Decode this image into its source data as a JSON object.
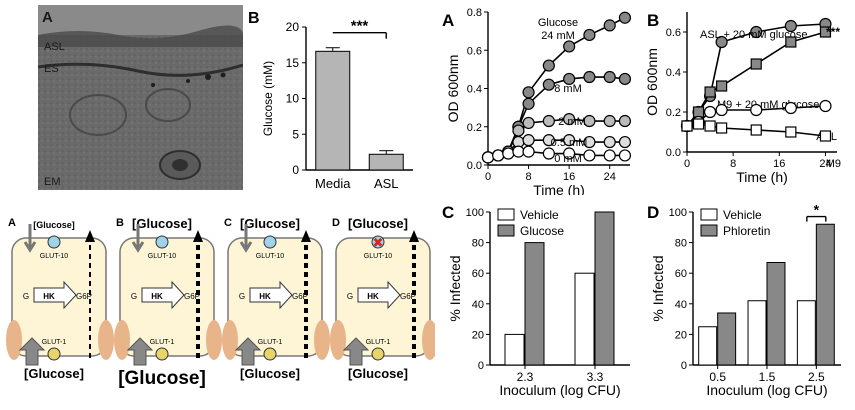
{
  "em_panel": {
    "letter": "A",
    "labels": [
      "ASL",
      "ES",
      "EM"
    ]
  },
  "glucose_bar": {
    "letter": "B",
    "ylabel": "Glucose (mM)",
    "significance": "***",
    "chart_data": {
      "type": "bar",
      "categories": [
        "Media",
        "ASL"
      ],
      "values": [
        16.6,
        2.2
      ],
      "errors": [
        0.5,
        0.5
      ],
      "ylim": [
        0,
        20
      ],
      "yticks": [
        0,
        5,
        10,
        15,
        20
      ],
      "ylabel": "Glucose (mM)",
      "colors": [
        "#b5b5b5",
        "#b5b5b5"
      ]
    }
  },
  "growth_glucose": {
    "letter": "A",
    "chart_data": {
      "type": "line",
      "xlabel": "Time (h)",
      "ylabel": "OD 600nm",
      "xlim": [
        0,
        28
      ],
      "ylim": [
        0,
        0.8
      ],
      "xticks": [
        0,
        8,
        16,
        24
      ],
      "yticks": [
        0.0,
        0.2,
        0.4,
        0.6,
        0.8
      ],
      "series": [
        {
          "name": "Glucose\n24 mM",
          "fill": "#888888",
          "x": [
            0,
            2,
            4,
            6,
            8,
            12,
            16,
            20,
            24,
            27
          ],
          "y": [
            0.04,
            0.05,
            0.07,
            0.2,
            0.38,
            0.52,
            0.62,
            0.68,
            0.73,
            0.77
          ]
        },
        {
          "name": "8 mM",
          "fill": "#888888",
          "x": [
            0,
            2,
            4,
            6,
            8,
            12,
            16,
            20,
            24,
            27
          ],
          "y": [
            0.04,
            0.05,
            0.07,
            0.2,
            0.32,
            0.42,
            0.45,
            0.46,
            0.46,
            0.45
          ]
        },
        {
          "name": "2 mM",
          "fill": "#bbbbbb",
          "x": [
            0,
            2,
            4,
            6,
            8,
            12,
            16,
            20,
            24,
            27
          ],
          "y": [
            0.04,
            0.05,
            0.07,
            0.18,
            0.22,
            0.23,
            0.24,
            0.23,
            0.23,
            0.23
          ]
        },
        {
          "name": "0.5 mM",
          "fill": "#dddddd",
          "x": [
            0,
            2,
            4,
            6,
            8,
            12,
            16,
            20,
            24,
            27
          ],
          "y": [
            0.04,
            0.05,
            0.07,
            0.12,
            0.13,
            0.13,
            0.13,
            0.12,
            0.12,
            0.12
          ]
        },
        {
          "name": "0 mM",
          "fill": "#ffffff",
          "x": [
            0,
            2,
            4,
            6,
            8,
            12,
            16,
            20,
            24,
            27
          ],
          "y": [
            0.04,
            0.05,
            0.06,
            0.07,
            0.07,
            0.06,
            0.06,
            0.05,
            0.05,
            0.05
          ]
        }
      ]
    }
  },
  "growth_asl": {
    "letter": "B",
    "significance": "***",
    "chart_data": {
      "type": "line",
      "xlabel": "Time (h)",
      "ylabel": "OD 600nm",
      "xlim": [
        0,
        26
      ],
      "ylim": [
        0,
        0.7
      ],
      "xticks": [
        0,
        8,
        16,
        24
      ],
      "yticks": [
        0.0,
        0.2,
        0.4,
        0.6
      ],
      "series": [
        {
          "name": "ASL + 20 mM glucose",
          "marker": "circle",
          "fill": "#888888",
          "x": [
            0,
            2,
            4,
            6,
            12,
            18,
            24
          ],
          "y": [
            0.13,
            0.2,
            0.28,
            0.55,
            0.6,
            0.63,
            0.64
          ]
        },
        {
          "name": "M9 + 20 mM glucose",
          "marker": "square",
          "fill": "#888888",
          "x": [
            0,
            2,
            4,
            6,
            12,
            18,
            24
          ],
          "y": [
            0.13,
            0.2,
            0.3,
            0.33,
            0.44,
            0.55,
            0.6
          ]
        },
        {
          "name": "ASL",
          "marker": "circle",
          "fill": "#ffffff",
          "x": [
            0,
            2,
            4,
            6,
            12,
            18,
            24
          ],
          "y": [
            0.13,
            0.15,
            0.2,
            0.21,
            0.21,
            0.22,
            0.23
          ]
        },
        {
          "name": "M9",
          "marker": "square",
          "fill": "#ffffff",
          "x": [
            0,
            2,
            4,
            6,
            12,
            18,
            24
          ],
          "y": [
            0.13,
            0.14,
            0.13,
            0.12,
            0.11,
            0.1,
            0.08
          ]
        }
      ]
    }
  },
  "infect_glucose": {
    "letter": "C",
    "chart_data": {
      "type": "bar",
      "categories": [
        "2.3",
        "3.3"
      ],
      "xlabel": "Inoculum (log CFU)",
      "ylabel": "% Infected",
      "ylim": [
        0,
        100
      ],
      "yticks": [
        0,
        20,
        40,
        60,
        80,
        100
      ],
      "series": [
        {
          "name": "Vehicle",
          "color": "#ffffff",
          "values": [
            20,
            60
          ]
        },
        {
          "name": "Glucose",
          "color": "#888888",
          "values": [
            80,
            100
          ]
        }
      ]
    }
  },
  "infect_phloretin": {
    "letter": "D",
    "significance": "*",
    "chart_data": {
      "type": "bar",
      "categories": [
        "0.5",
        "1.5",
        "2.5"
      ],
      "xlabel": "Inoculum (log CFU)",
      "ylabel": "% Infected",
      "ylim": [
        0,
        100
      ],
      "yticks": [
        0,
        20,
        40,
        60,
        80,
        100
      ],
      "series": [
        {
          "name": "Vehicle",
          "color": "#ffffff",
          "values": [
            25,
            42,
            42
          ]
        },
        {
          "name": "Phloretin",
          "color": "#888888",
          "values": [
            34,
            67,
            92
          ]
        }
      ]
    }
  },
  "schematic": {
    "panels": [
      {
        "letter": "A",
        "top": "[Glucose]",
        "bottom": "[Glucose]",
        "top_size": "small",
        "bottom_size": "medium",
        "blocked": false
      },
      {
        "letter": "B",
        "top": "[Glucose]",
        "bottom": "[Glucose]",
        "top_size": "medium",
        "bottom_size": "large",
        "blocked": false
      },
      {
        "letter": "C",
        "top": "[Glucose]",
        "bottom": "[Glucose]",
        "top_size": "medium",
        "bottom_size": "medium",
        "blocked": false
      },
      {
        "letter": "D",
        "top": "[Glucose]",
        "bottom": "[Glucose]",
        "top_size": "medium",
        "bottom_size": "medium",
        "blocked": true
      }
    ],
    "glut10": "GLUT-10",
    "glut1": "GLUT-1",
    "g": "G",
    "hk": "HK",
    "g6p": "G6P"
  }
}
